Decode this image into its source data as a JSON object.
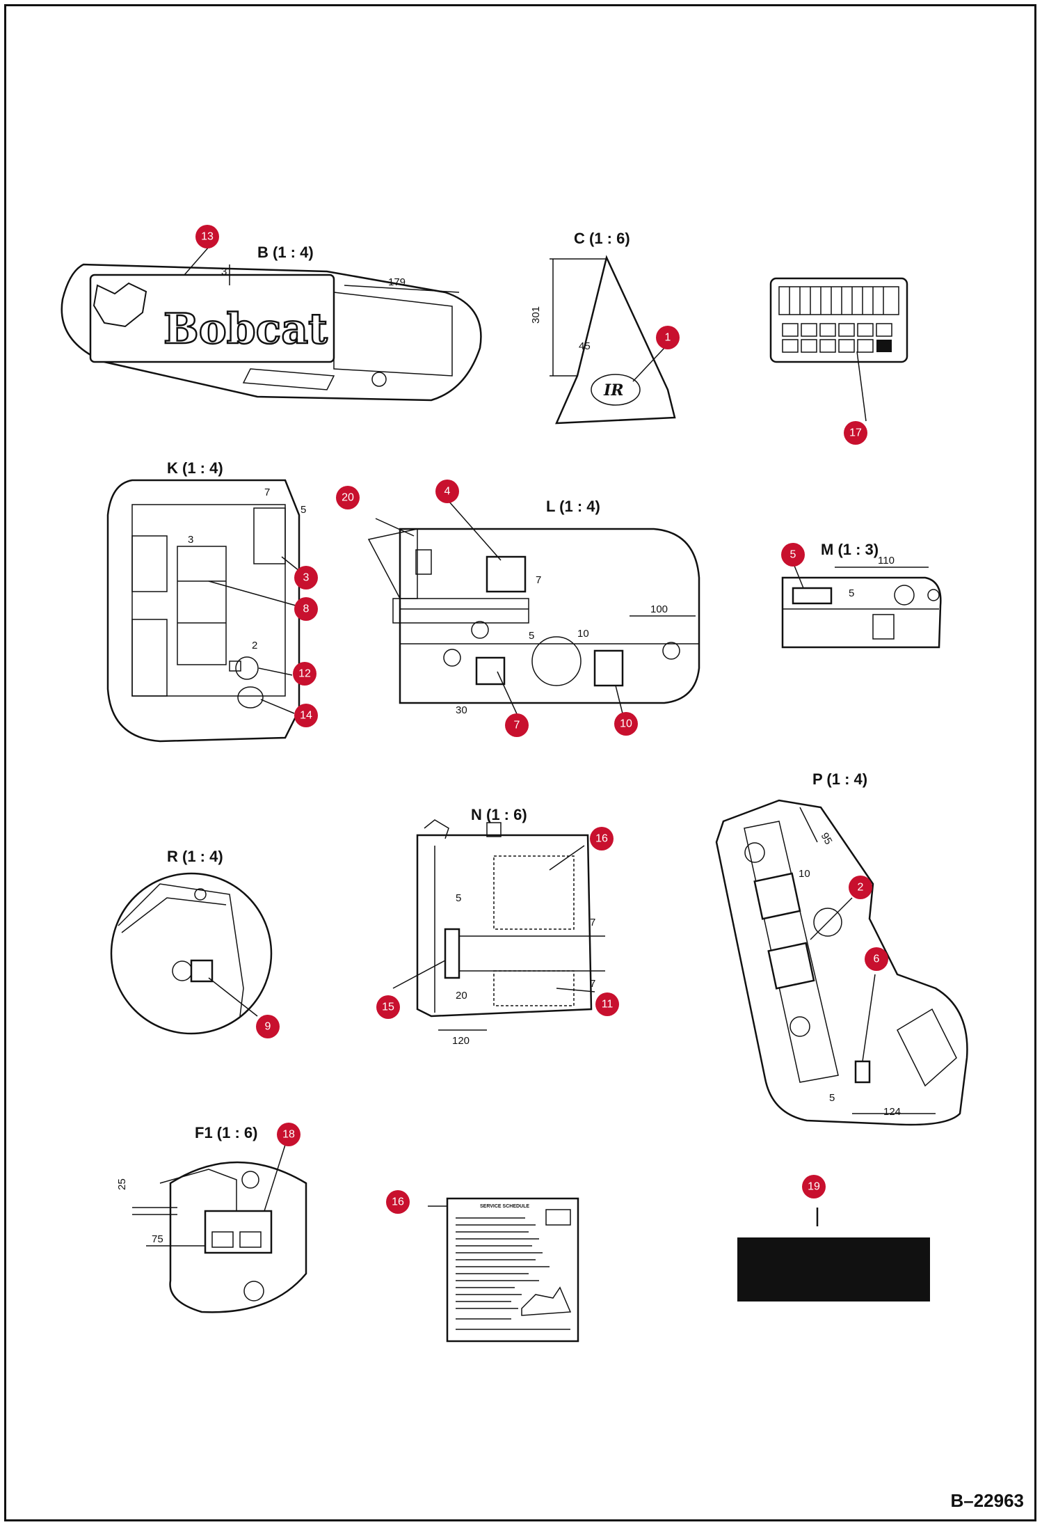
{
  "doc_number": "B–22963",
  "brand_text": "Bobcat",
  "service_label_title": "SERVICE SCHEDULE",
  "views": [
    {
      "id": "B",
      "label": "B (1 : 4)"
    },
    {
      "id": "C",
      "label": "C (1 : 6)"
    },
    {
      "id": "K",
      "label": "K (1 : 4)"
    },
    {
      "id": "L",
      "label": "L (1 : 4)"
    },
    {
      "id": "M",
      "label": "M (1 : 3)"
    },
    {
      "id": "P",
      "label": "P (1 : 4)"
    },
    {
      "id": "R",
      "label": "R (1 : 4)"
    },
    {
      "id": "N",
      "label": "N (1 : 6)"
    },
    {
      "id": "F1",
      "label": "F1 (1 : 6)"
    }
  ],
  "dimensions": [
    "179",
    "3",
    "301",
    "45",
    "7",
    "5",
    "3",
    "2",
    "7",
    "5",
    "10",
    "100",
    "30",
    "110",
    "5",
    "95",
    "10",
    "5",
    "124",
    "5",
    "7",
    "7",
    "20",
    "120",
    "25",
    "75"
  ],
  "callouts": [
    "13",
    "1",
    "17",
    "20",
    "4",
    "3",
    "8",
    "12",
    "14",
    "7",
    "10",
    "5",
    "2",
    "6",
    "9",
    "16",
    "15",
    "11",
    "18",
    "16",
    "19"
  ]
}
